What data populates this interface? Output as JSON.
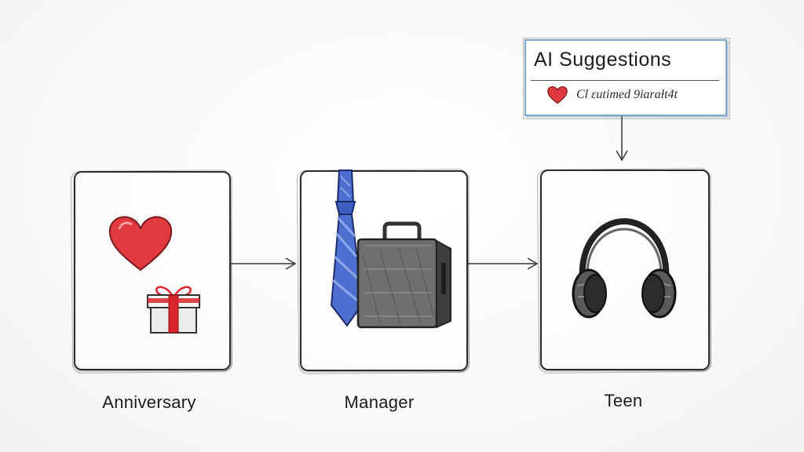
{
  "flow": {
    "steps": [
      {
        "label": "Anniversary",
        "icons": [
          "heart-icon",
          "gift-box-icon"
        ]
      },
      {
        "label": "Manager",
        "icons": [
          "necktie-icon",
          "briefcase-icon"
        ]
      },
      {
        "label": "Teen",
        "icons": [
          "headphones-icon"
        ]
      }
    ]
  },
  "ai_suggestions": {
    "title": "AI Suggestions",
    "item_icon": "heart-icon",
    "item_text": "Cl ɛutimed 9iaraɫt4t"
  },
  "colors": {
    "heart": "#e0393e",
    "ribbon": "#d8262b",
    "tie": "#4d6fd0",
    "panel_border": "#7fa6c9",
    "ink": "#2d2d2d"
  }
}
